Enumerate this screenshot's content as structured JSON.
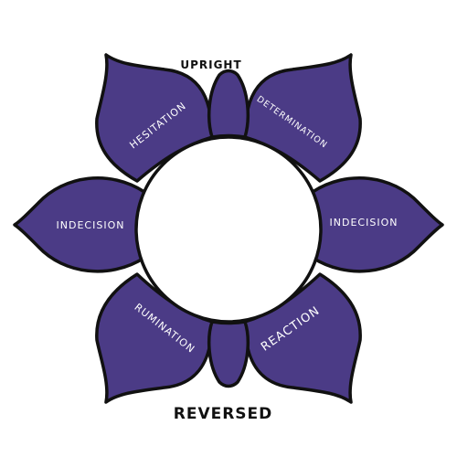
{
  "colors": {
    "petal_fill": "#4b3b86",
    "outline": "#111111",
    "label_text": "#ffffff",
    "axis_text": "#111111",
    "background": "#ffffff"
  },
  "labels": {
    "top": "UPRIGHT",
    "bottom": "REVERSED"
  },
  "petals": [
    {
      "id": "upper-left",
      "label": "HESITATION"
    },
    {
      "id": "upper-right",
      "label": "DETERMINATION"
    },
    {
      "id": "left",
      "label": "INDECISION"
    },
    {
      "id": "right",
      "label": "INDECISION"
    },
    {
      "id": "lower-left",
      "label": "RUMINATION"
    },
    {
      "id": "lower-right",
      "label": "REACTION"
    }
  ]
}
